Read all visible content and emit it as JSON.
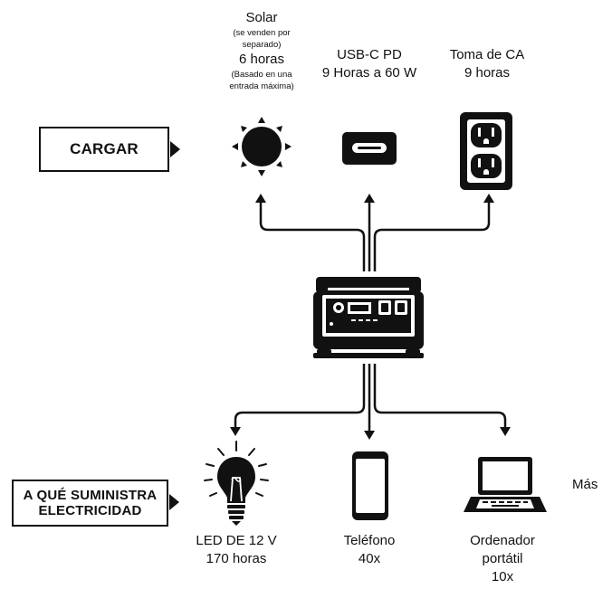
{
  "charge": {
    "heading": "CARGAR",
    "sources": [
      {
        "icon": "sun-icon",
        "title": "Solar",
        "note": "(se venden por separado)",
        "time": "6 horas",
        "note2": "(Basado en una entrada máxima)"
      },
      {
        "icon": "usb-c-icon",
        "title": "USB-C PD",
        "time": "9 Horas a 60 W"
      },
      {
        "icon": "ac-outlet-icon",
        "title": "Toma de CA",
        "time": "9 horas"
      }
    ]
  },
  "power": {
    "heading_line1": "A QUÉ SUMINISTRA",
    "heading_line2": "ELECTRICIDAD",
    "devices": [
      {
        "icon": "light-bulb-icon",
        "name": "LED DE 12 V",
        "value": "170 horas"
      },
      {
        "icon": "smartphone-icon",
        "name": "Teléfono",
        "value": "40x"
      },
      {
        "icon": "laptop-icon",
        "name": "Ordenador portátil",
        "value": "10x"
      }
    ],
    "more": "Más"
  },
  "colors": {
    "ink": "#111111",
    "background": "#ffffff"
  }
}
